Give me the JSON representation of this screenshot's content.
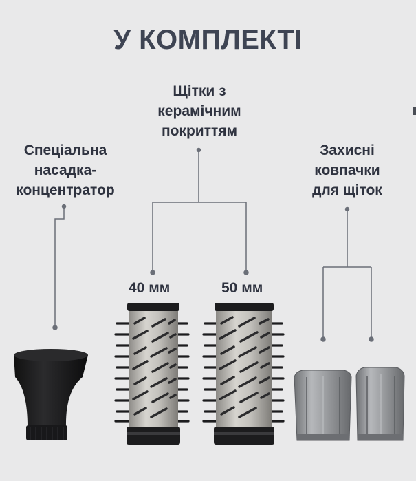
{
  "header": {
    "title": "У КОМПЛЕКТІ"
  },
  "items": {
    "brushes": {
      "label_lines": [
        "Щітки з",
        "керамічним",
        "покриттям"
      ],
      "size_small": "40 мм",
      "size_large": "50 мм"
    },
    "concentrator": {
      "label_lines": [
        "Спеціальна",
        "насадка-",
        "концентратор"
      ]
    },
    "caps": {
      "label_lines": [
        "Захисні",
        "ковпачки",
        "для щіток"
      ]
    }
  },
  "colors": {
    "background": "#e9e9ea",
    "title": "#3e4453",
    "text": "#2f3340",
    "lines": "#6b6f78",
    "brush_barrel": "#b9b7b2",
    "brush_black": "#1c1c1e",
    "caps": "#8f9194"
  }
}
